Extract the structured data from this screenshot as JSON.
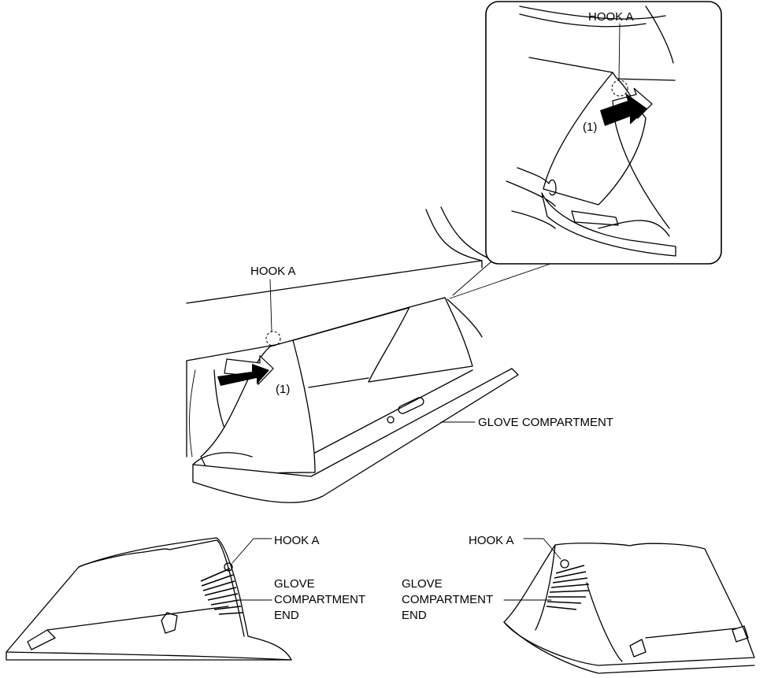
{
  "labels": {
    "inset_hook": "HOOK A",
    "inset_step": "(1)",
    "main_hook": "HOOK A",
    "main_step": "(1)",
    "glove_compartment": "GLOVE COMPARTMENT",
    "left_hook": "HOOK A",
    "left_end_line1": "GLOVE",
    "left_end_line2": "COMPARTMENT",
    "left_end_line3": "END",
    "right_hook": "HOOK A",
    "right_end_line1": "GLOVE",
    "right_end_line2": "COMPARTMENT",
    "right_end_line3": "END"
  }
}
